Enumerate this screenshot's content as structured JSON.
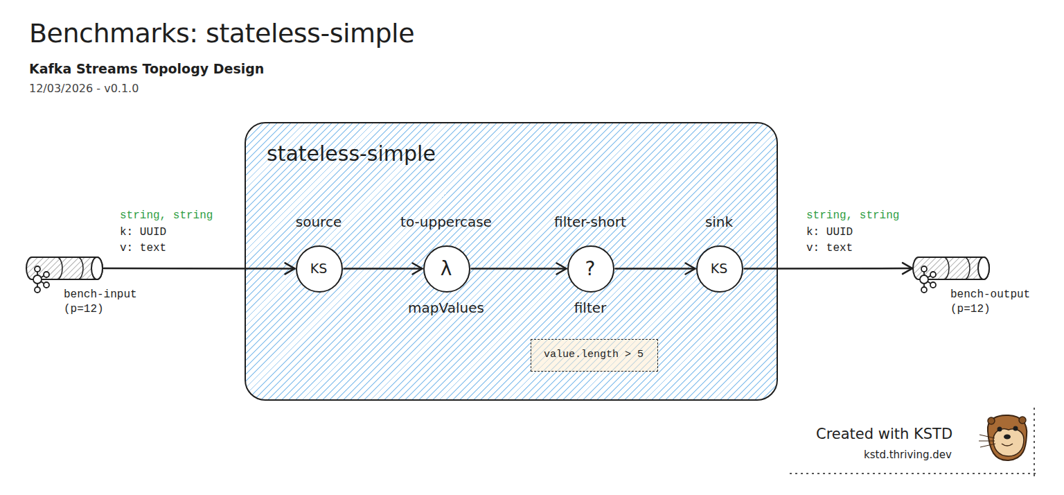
{
  "diagram": {
    "title": "Benchmarks: stateless-simple",
    "nodes": [
      {
        "text": [
          "bench-input (p=12)"
        ]
      },
      {
        "text": [
          "stateless-simple"
        ]
      },
      {
        "text": [
          "source",
          "KS"
        ],
        "in": 1
      },
      {
        "text": [
          "to-uppercase",
          "λ",
          "mapValues"
        ],
        "in": 1
      },
      {
        "text": [
          "filter-short",
          "?",
          "filter"
        ],
        "in": 1
      },
      {
        "text": [
          "value.length > 5"
        ],
        "in": 1
      },
      {
        "text": [
          "sink",
          "KS"
        ],
        "in": 1
      },
      {
        "text": [
          "bench-output (p=12)"
        ]
      }
    ],
    "edges": [
      {
        "from": 0,
        "to": 2,
        "arrow": "to",
        "label": "string, string"
      },
      {
        "from": 2,
        "to": 3,
        "arrow": "to"
      },
      {
        "from": 3,
        "to": 4,
        "arrow": "to"
      },
      {
        "from": 4,
        "to": 6,
        "arrow": "to"
      },
      {
        "from": 6,
        "to": 7,
        "arrow": "to",
        "label": "string, string"
      }
    ],
    "labels": [
      "Kafka Streams Topology Design",
      "12/03/2026 - v0.1.0",
      "k: UUID",
      "v: text",
      "k: UUID",
      "v: text",
      "Created with KSTD",
      "kstd.thriving.dev"
    ]
  }
}
